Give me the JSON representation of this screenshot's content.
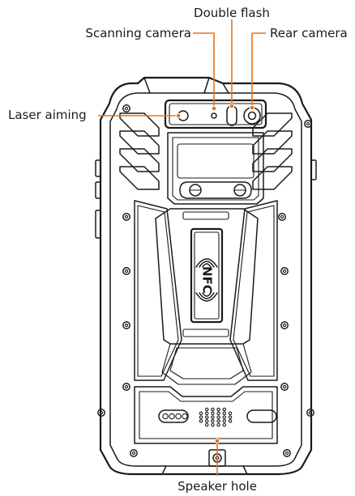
{
  "callouts": {
    "double_flash": "Double flash",
    "scanning_camera": "Scanning camera",
    "rear_camera": "Rear camera",
    "laser_aiming": "Laser aiming",
    "speaker_hole": "Speaker hole"
  },
  "nfc_label": "NFC",
  "colors": {
    "callout_line": "#e8741a",
    "outline": "#1a1a1a",
    "background": "#ffffff"
  }
}
